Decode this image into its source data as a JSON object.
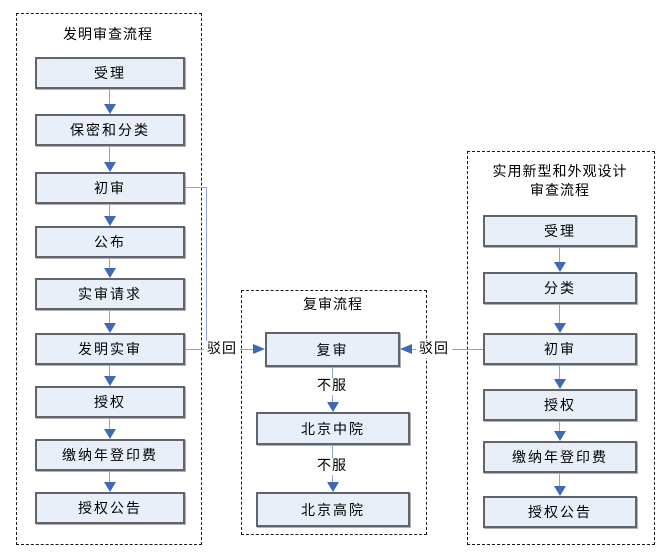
{
  "flows": {
    "invention": {
      "title": "发明审查流程",
      "nodes": [
        "受理",
        "保密和分类",
        "初审",
        "公布",
        "实审请求",
        "发明实审",
        "授权",
        "缴纳年登印费",
        "授权公告"
      ]
    },
    "reexam": {
      "title": "复审流程",
      "nodes": [
        "复审",
        "北京中院",
        "北京高院"
      ],
      "appeal_label_1": "不服",
      "appeal_label_2": "不服"
    },
    "utility": {
      "title_line1": "实用新型和外观设计",
      "title_line2": "审查流程",
      "nodes": [
        "受理",
        "分类",
        "初审",
        "授权",
        "缴纳年登印费",
        "授权公告"
      ]
    }
  },
  "edge_labels": {
    "reject_from_invention": "驳回",
    "reject_from_utility": "驳回"
  },
  "colors": {
    "box_fill": "#e9eff9",
    "box_border": "#63636e",
    "connector_line": "#8ca3d6",
    "arrowhead": "#3f69b5",
    "panel_border": "#1a1a1a"
  }
}
